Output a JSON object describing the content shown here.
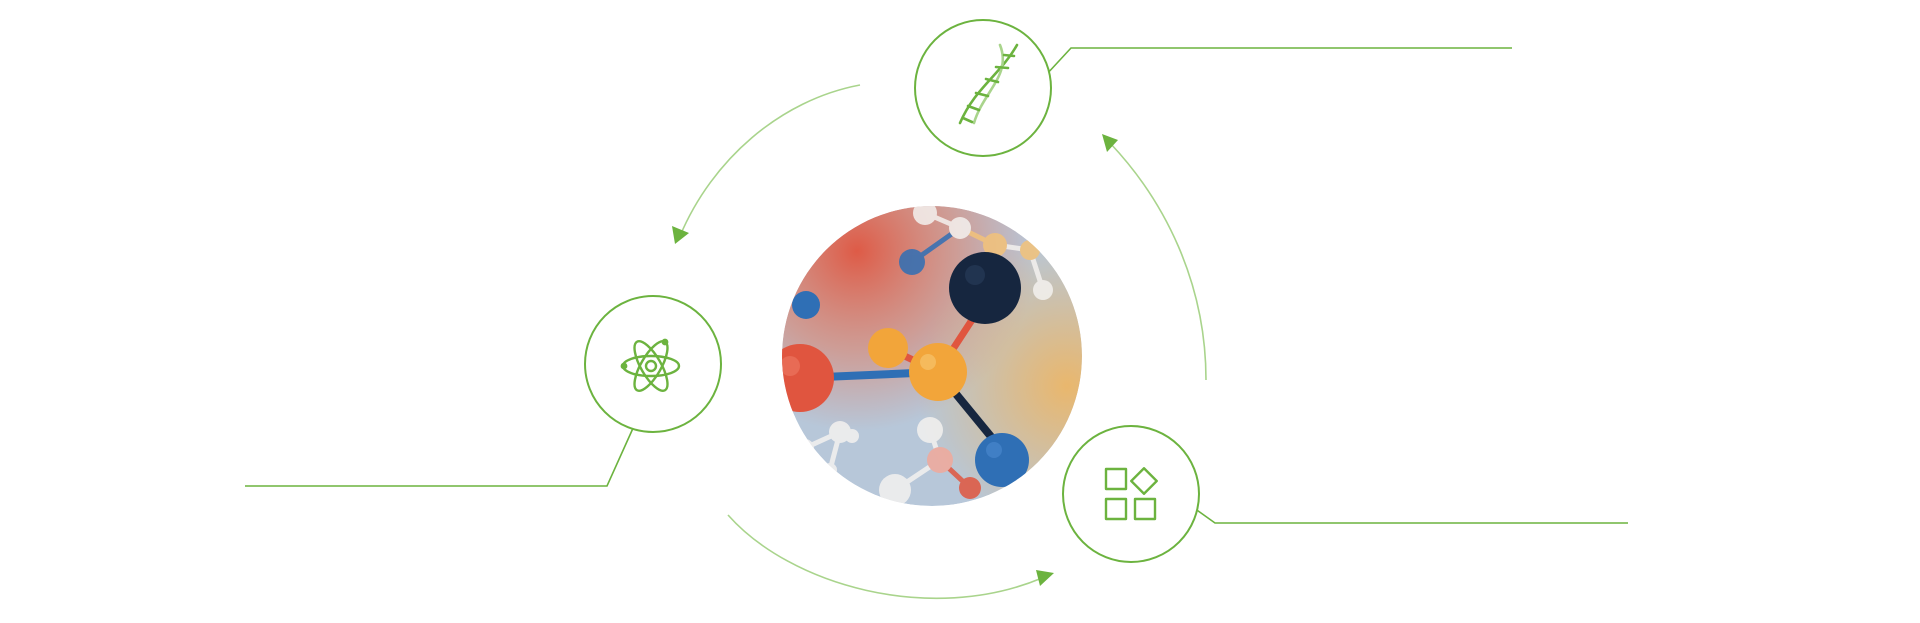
{
  "colors": {
    "accent": "#6cb33f",
    "accent_light": "#a9d48c",
    "background": "#ffffff",
    "molecule_bg": "#b7c7d9",
    "atom_orange": "#f2a53a",
    "atom_red": "#e0553f",
    "atom_blue": "#2f6fb5",
    "atom_navy": "#16263f",
    "atom_white": "#f4f1ef"
  },
  "center": {
    "image": "molecule-illustration"
  },
  "nodes": [
    {
      "name": "dna-node",
      "icon": "dna-icon"
    },
    {
      "name": "atom-node",
      "icon": "atom-icon"
    },
    {
      "name": "blocks-node",
      "icon": "blocks-icon"
    }
  ],
  "cycle": {
    "direction": "counter-clockwise",
    "arrows": [
      "dna-to-atom-arrow",
      "atom-to-blocks-arrow",
      "blocks-to-dna-arrow"
    ]
  }
}
